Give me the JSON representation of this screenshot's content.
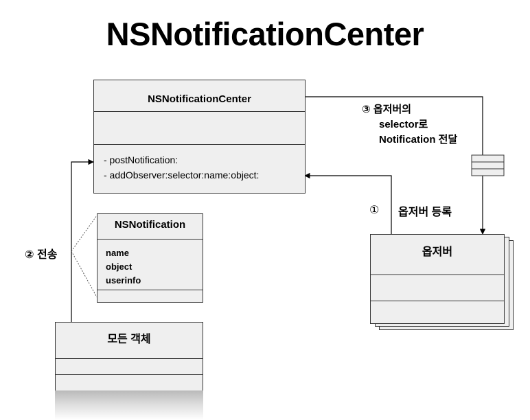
{
  "title": "NSNotificationCenter",
  "center_class": {
    "name": "NSNotificationCenter",
    "methods": [
      "- postNotification:",
      "- addObserver:selector:name:object:"
    ]
  },
  "notification_class": {
    "name": "NSNotification",
    "properties": [
      "name",
      "object",
      "userinfo"
    ]
  },
  "observer_class": {
    "name": "옵저버"
  },
  "all_objects_class": {
    "name": "모든 객체"
  },
  "labels": {
    "step1_number": "①",
    "step1_text": "옵저버 등록",
    "step2": "② 전송",
    "step3_line1": "③ 옵저버의",
    "step3_line2": "selector로",
    "step3_line3": "Notification 전달"
  }
}
